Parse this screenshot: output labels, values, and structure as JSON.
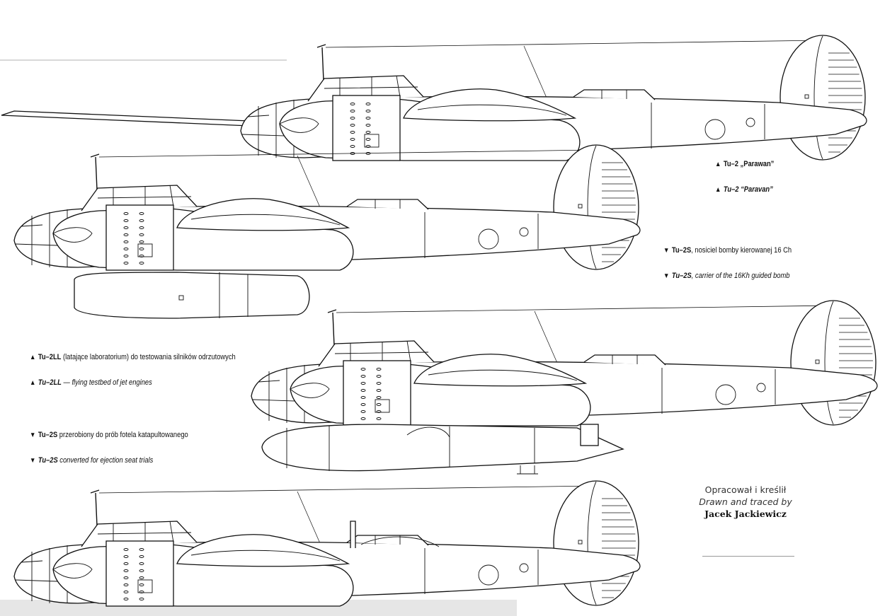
{
  "captions": {
    "parawan_pl": {
      "marker": "▲",
      "model": "Tu–2",
      "rest": " „Parawan”"
    },
    "paravan_en": {
      "marker": "▲",
      "model": "Tu–2",
      "rest": " “Paravan”"
    },
    "tu2s_bomb_pl": {
      "marker": "▼",
      "model": "Tu–2S",
      "rest": ", nosiciel bomby kierowanej 16 Ch"
    },
    "tu2s_bomb_en": {
      "marker": "▼",
      "model": "Tu–2S",
      "rest": ", carrier of the 16Kh guided bomb"
    },
    "tu2ll_pl": {
      "marker": "▲",
      "model": "Tu–2LL",
      "rest": " (latające laboratorium) do testowania silników odrzutowych"
    },
    "tu2ll_en": {
      "marker": "▲",
      "model": "Tu–2LL",
      "rest": " — flying testbed of jet engines"
    },
    "tu2s_seat_pl": {
      "marker": "▼",
      "model": "Tu–2S",
      "rest": " przerobiony do prób fotela katapultowanego"
    },
    "tu2s_seat_en": {
      "marker": "▼",
      "model": "Tu–2S",
      "rest": " converted for ejection seat trials"
    }
  },
  "credit": {
    "line1": "Opracował i kreślił",
    "line2": "Drawn and traced by",
    "author": "Jacek Jackiewicz"
  },
  "colors": {
    "ink": "#111111",
    "paper": "#ffffff",
    "scan_gray": "#e6e6e6"
  }
}
